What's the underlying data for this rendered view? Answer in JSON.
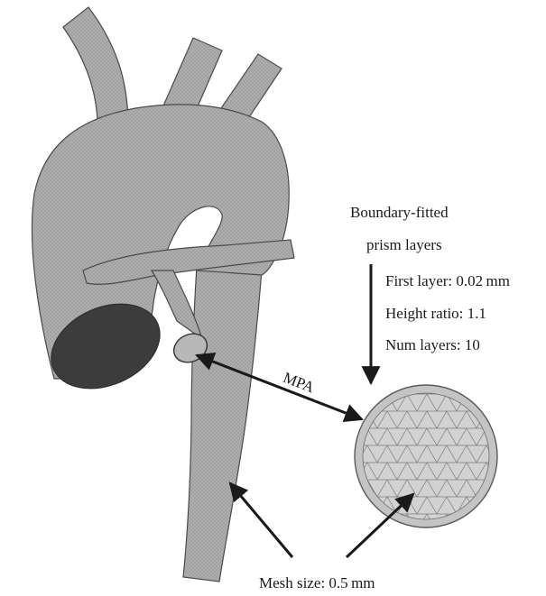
{
  "labels": {
    "boundary_title_1": "Boundary-fitted",
    "boundary_title_2": "prism layers",
    "first_layer": "First layer: 0.02 mm",
    "height_ratio": "Height ratio: 1.1",
    "num_layers": "Num layers: 10",
    "mpa": "MPA",
    "mesh_size": "Mesh size: 0.5 mm"
  },
  "colors": {
    "vessel_fill": "#a9a9a9",
    "vessel_edge": "#4a4a4a",
    "outlet_fill": "#3c3c3c",
    "cross_section_fill": "#cfcfcf",
    "arrow": "#1a1a1a"
  }
}
